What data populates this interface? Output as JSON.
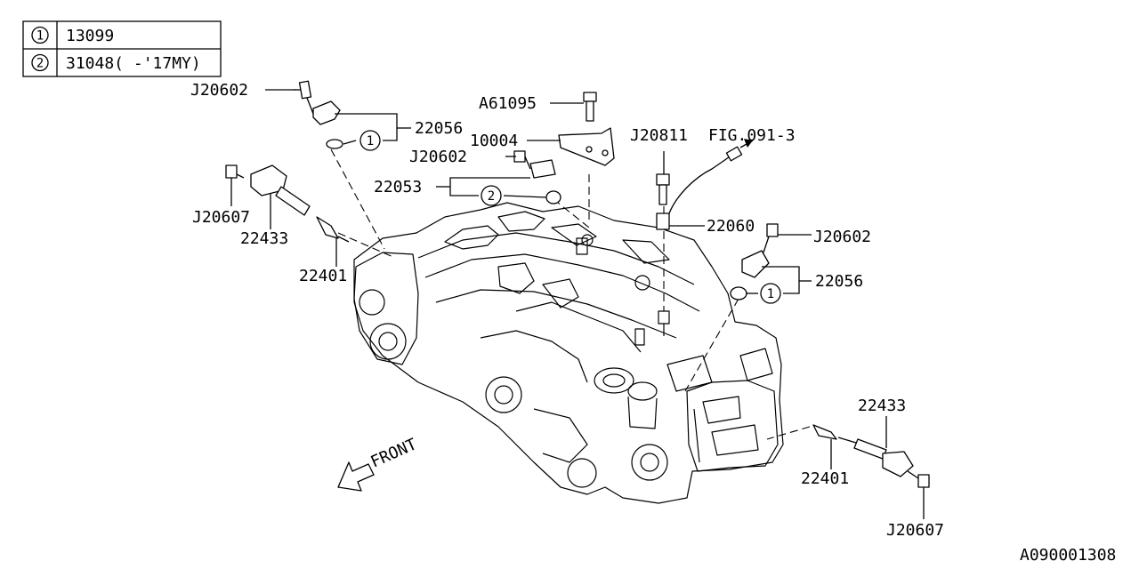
{
  "legend": [
    {
      "marker": "1",
      "text": "13099"
    },
    {
      "marker": "2",
      "text": "31048( -'17MY)"
    }
  ],
  "callouts": {
    "j20602_top": "J20602",
    "part_22056_top": "22056",
    "a61095": "A61095",
    "part_10004": "10004",
    "j20602_mid": "J20602",
    "part_22053": "22053",
    "j20607_left": "J20607",
    "part_22433_left": "22433",
    "part_22401_left": "22401",
    "j20811": "J20811",
    "fig_ref": "FIG.091-3",
    "part_22060": "22060",
    "j20602_right": "J20602",
    "part_22056_right": "22056",
    "part_22433_right": "22433",
    "part_22401_right": "22401",
    "j20607_right": "J20607",
    "front": "FRONT"
  },
  "markers": {
    "m1_top": "1",
    "m2_mid": "2",
    "m1_right": "1"
  },
  "diagram_id": "A090001308"
}
